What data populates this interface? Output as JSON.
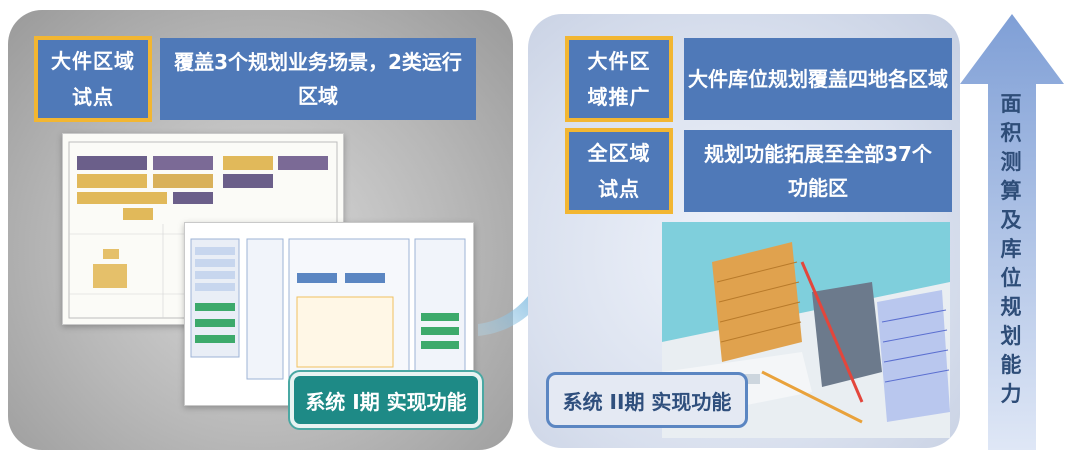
{
  "phase1": {
    "pilot_label_line1": "大件区域",
    "pilot_label_line2": "试点",
    "pilot_desc_line1": "覆盖3个规划业务场景，2类运行",
    "pilot_desc_line2": "区域",
    "button_label": "系统 I期 实现功能"
  },
  "phase2": {
    "promo_label_line1": "大件区",
    "promo_label_line2": "域推广",
    "promo_desc": "大件库位规划覆盖四地各区域",
    "full_label_line1": "全区域",
    "full_label_line2": "试点",
    "full_desc_line1": "规划功能拓展至全部37个",
    "full_desc_line2": "功能区",
    "button_label": "系统 II期 实现功能"
  },
  "side_arrow": {
    "chars": [
      "面",
      "积",
      "测",
      "算",
      "及",
      "库",
      "位",
      "规",
      "划",
      "能",
      "力"
    ]
  },
  "colors": {
    "box_blue": "#4f79b8",
    "gold_border": "#f2b632",
    "teal": "#1e8a86",
    "arrow_blue": "#7f9fd6"
  },
  "icons": {
    "transition_arrow": "curved-arrow-icon",
    "side_arrow": "up-arrow-icon"
  }
}
